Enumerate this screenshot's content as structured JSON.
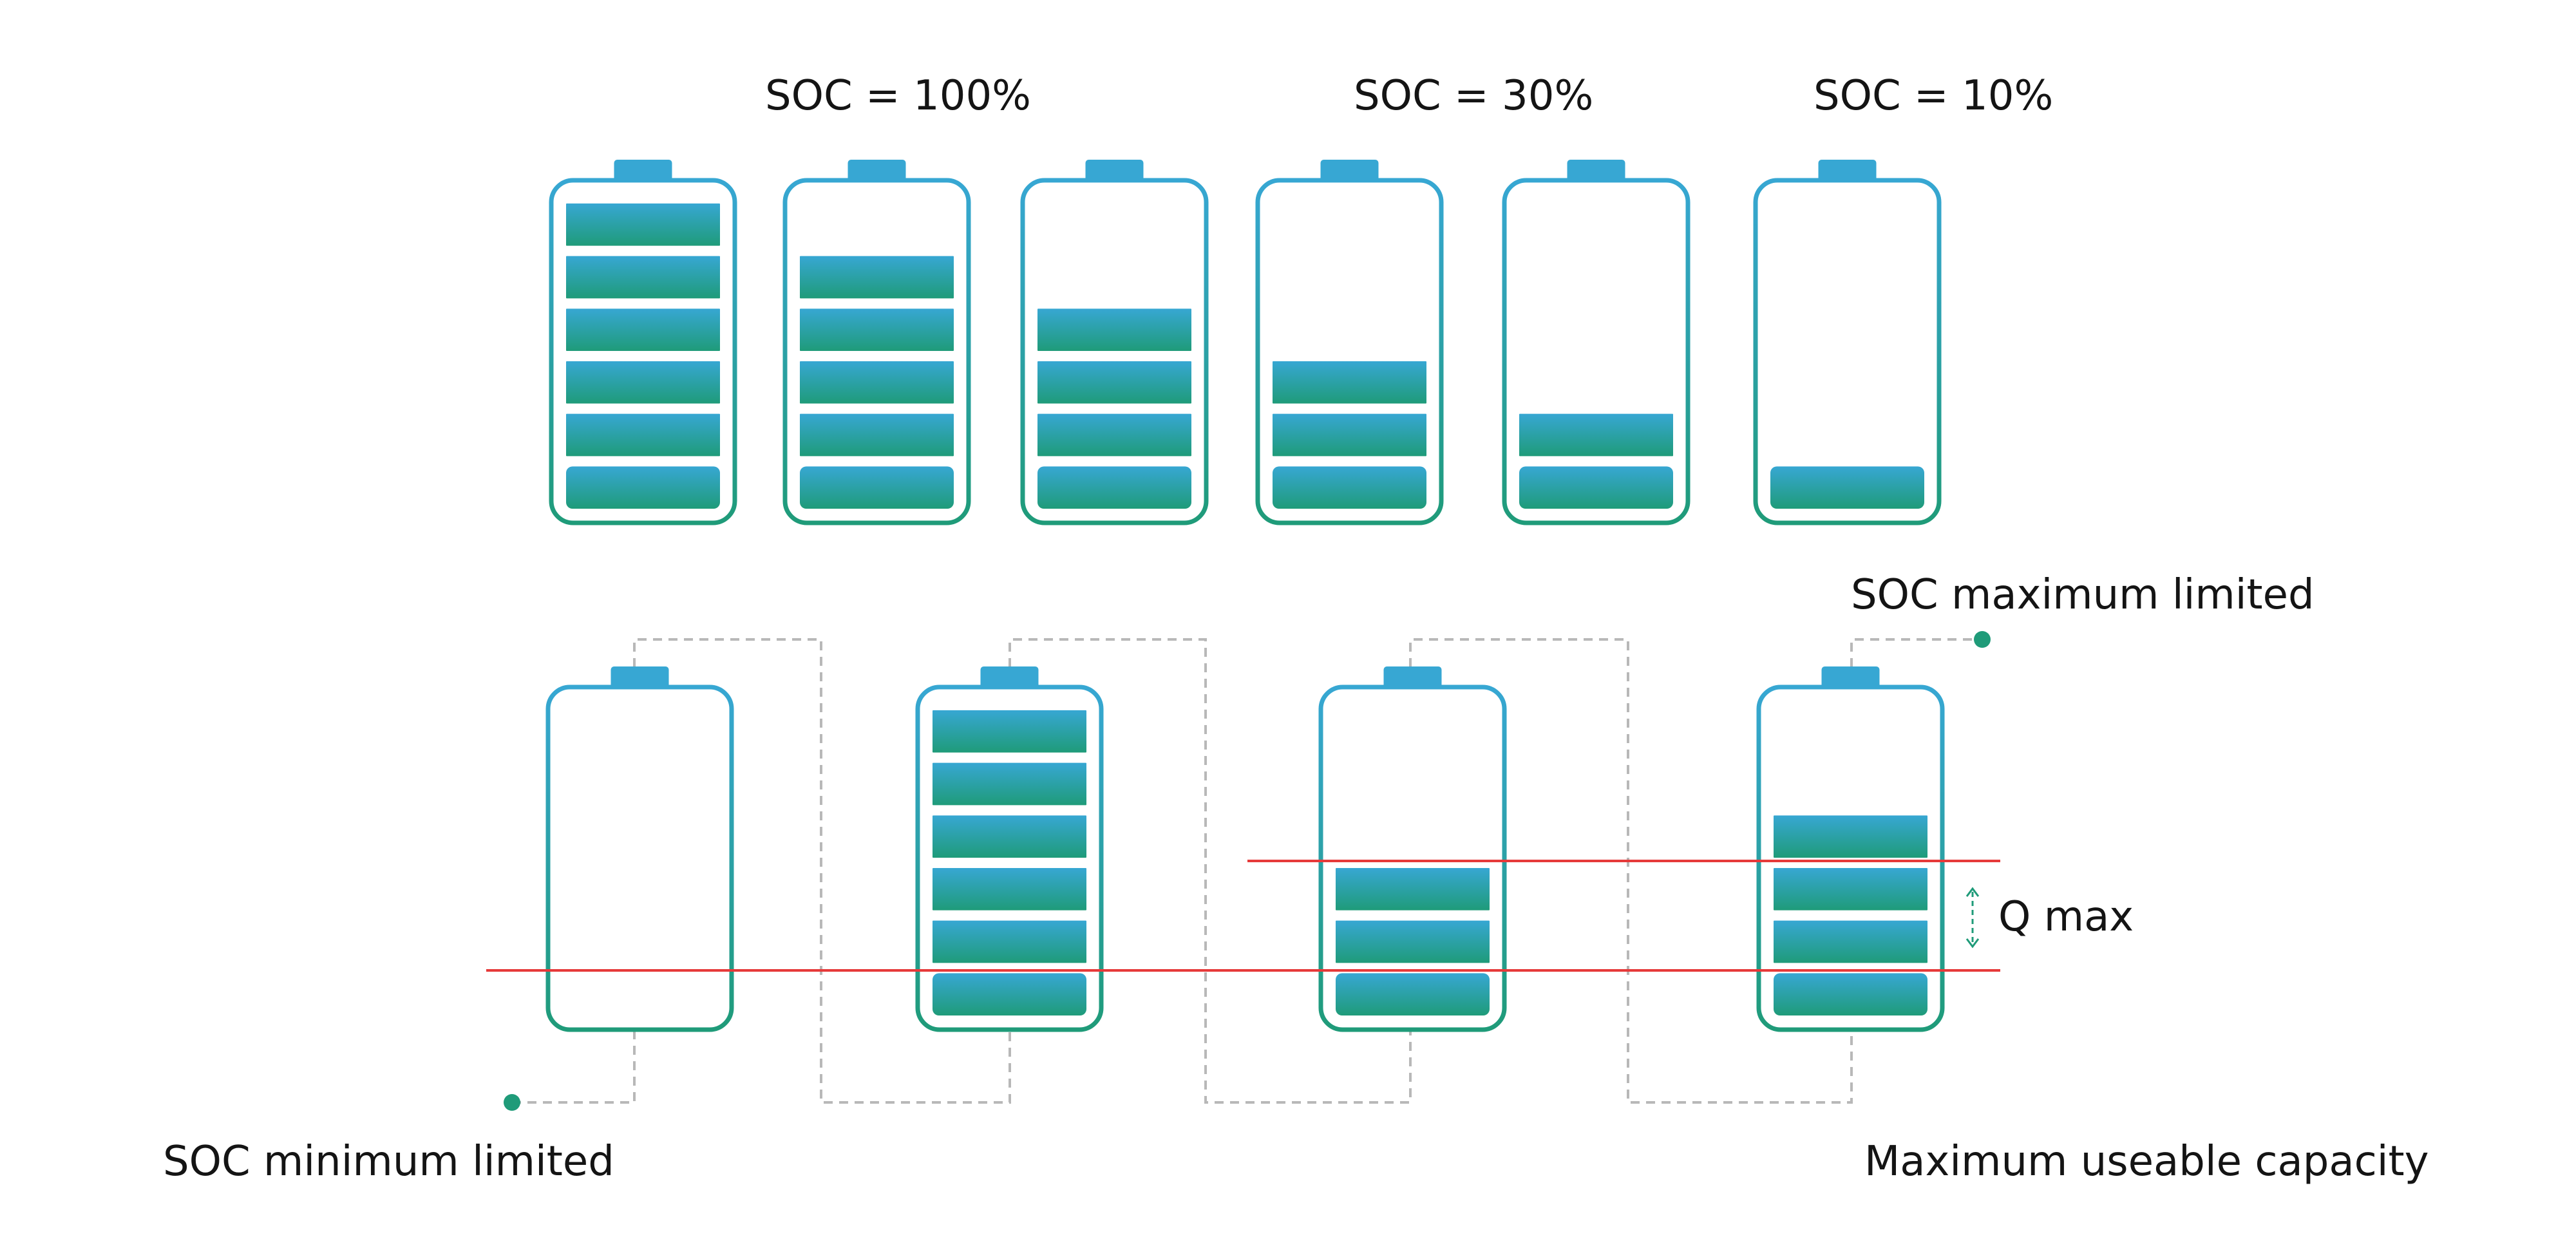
{
  "labels": {
    "soc_100": "SOC = 100%",
    "soc_30": "SOC = 30%",
    "soc_10": "SOC = 10%",
    "soc_max_limited": "SOC maximum limited",
    "soc_min_limited": "SOC minimum limited",
    "max_useable_capacity": "Maximum useable capacity",
    "q_max": "Q max"
  },
  "top_row": {
    "segments_total": 6,
    "fill_levels": [
      6,
      5,
      4,
      3,
      2,
      1
    ]
  },
  "bottom_row": {
    "segments_total": 6,
    "fill_levels": [
      0,
      6,
      3,
      4
    ]
  },
  "colors": {
    "outline_top": "#37a7d3",
    "outline_bottom": "#1f9b79",
    "fill_top": "#37a7d3",
    "fill_bottom": "#1f9b79",
    "terminal": "#37a7d3",
    "limit_line": "#e63a3a",
    "connector": "#b8b8b8",
    "marker_dot": "#1f9b79",
    "text": "#141414"
  }
}
